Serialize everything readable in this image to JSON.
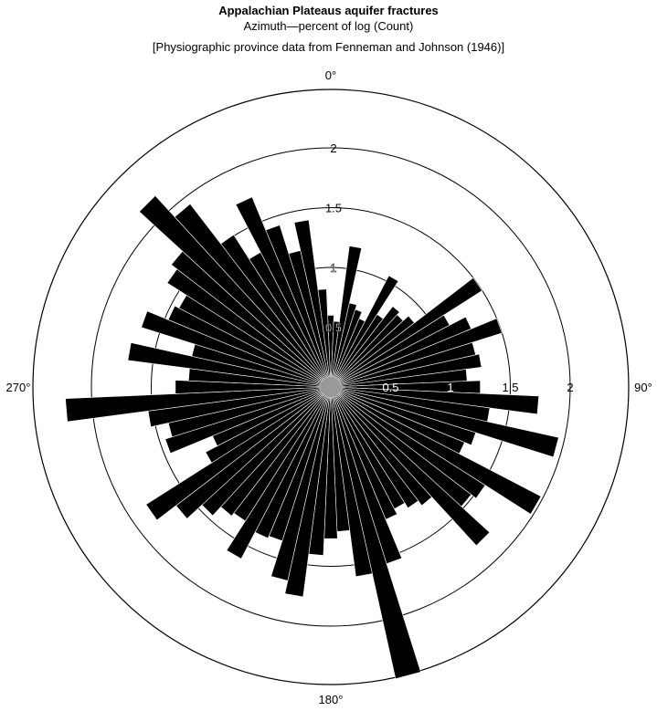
{
  "chart_data": {
    "type": "bar",
    "subtype": "polar-rose",
    "title": "Appalachian Plateaus aquifer fractures",
    "subtitle": "Azimuth—percent of log (Count)",
    "note": "[Physiographic province data from Fenneman and Johnson (1946)]",
    "angular_labels": [
      {
        "angle": 0,
        "label": "0°"
      },
      {
        "angle": 90,
        "label": "90°"
      },
      {
        "angle": 180,
        "label": "180°"
      },
      {
        "angle": 270,
        "label": "270°"
      }
    ],
    "radial_ticks": [
      0.5,
      1,
      1.5,
      2
    ],
    "radial_tick_labels": [
      "0.5",
      "1",
      "1.5",
      "2"
    ],
    "rlim": [
      0,
      2.5
    ],
    "bin_width_deg": 5,
    "categories": [
      0,
      5,
      10,
      15,
      20,
      25,
      30,
      35,
      40,
      45,
      50,
      55,
      60,
      65,
      70,
      75,
      80,
      85,
      90,
      95,
      100,
      105,
      110,
      115,
      120,
      125,
      130,
      135,
      140,
      145,
      150,
      155,
      160,
      165,
      170,
      175,
      180,
      185,
      190,
      195,
      200,
      205,
      210,
      215,
      220,
      225,
      230,
      235,
      240,
      245,
      250,
      255,
      260,
      265,
      270,
      275,
      280,
      285,
      290,
      295,
      300,
      305,
      310,
      315,
      320,
      325,
      330,
      335,
      340,
      345,
      350,
      355
    ],
    "values": [
      0.6,
      0.55,
      1.19,
      0.72,
      0.68,
      0.62,
      1.05,
      0.72,
      0.85,
      0.82,
      0.88,
      1.5,
      1.12,
      1.27,
      1.5,
      1.24,
      1.27,
      1.14,
      1.25,
      1.74,
      1.34,
      1.95,
      1.27,
      1.21,
      1.98,
      1.53,
      1.48,
      1.8,
      1.25,
      1.2,
      1.15,
      1.2,
      1.55,
      2.5,
      1.6,
      1.21,
      1.27,
      1.41,
      1.77,
      1.66,
      1.35,
      1.37,
      1.62,
      1.33,
      1.36,
      1.46,
      1.63,
      1.83,
      1.18,
      1.07,
      1.45,
      1.39,
      1.54,
      2.22,
      1.3,
      1.19,
      1.71,
      1.19,
      1.66,
      1.47,
      1.43,
      1.62,
      1.68,
      2.17,
      1.93,
      1.51,
      1.27,
      1.72,
      1.42,
      1.17,
      1.41,
      0.82
    ],
    "colors": {
      "bar": "#000000",
      "bar_edge": "#ffffff",
      "center": "#999999",
      "grid": "#000000"
    }
  }
}
